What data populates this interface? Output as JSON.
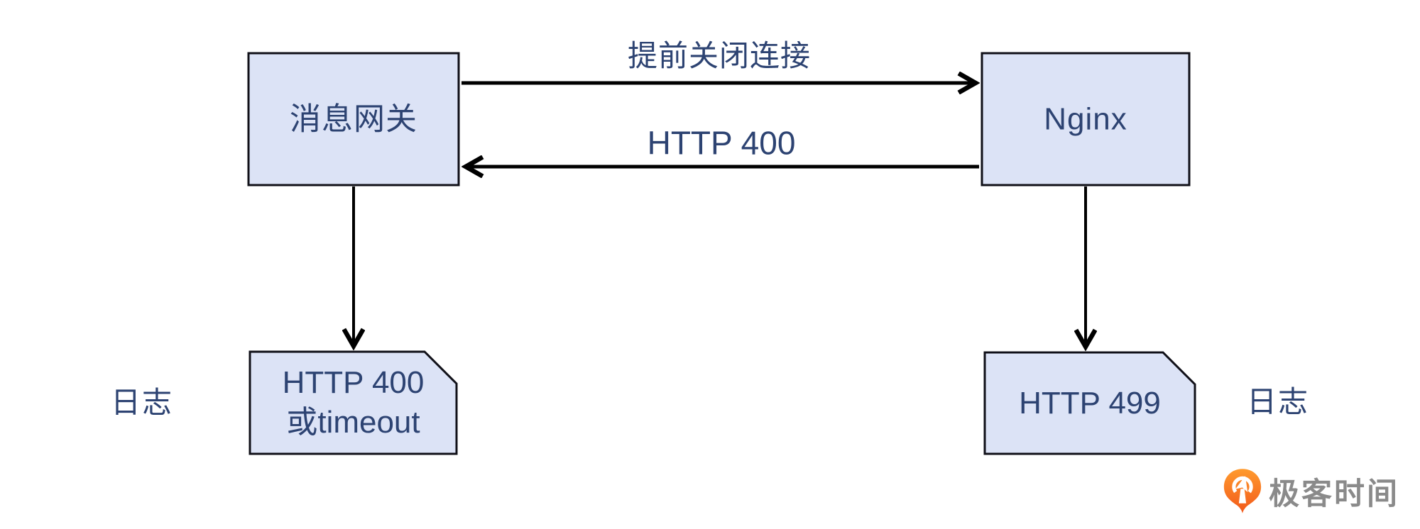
{
  "diagram": {
    "colors": {
      "node_fill": "#dce3f6",
      "node_stroke": "#101018",
      "text": "#2d4372",
      "arrow": "#000000"
    },
    "nodes": [
      {
        "id": "gateway",
        "label": "消息网关"
      },
      {
        "id": "nginx",
        "label": "Nginx"
      }
    ],
    "edges": [
      {
        "id": "close-connection",
        "label": "提前关闭连接",
        "from": "gateway",
        "to": "nginx",
        "direction": "left-to-right"
      },
      {
        "id": "http-400",
        "label": "HTTP 400",
        "from": "nginx",
        "to": "gateway",
        "direction": "right-to-left"
      },
      {
        "id": "gateway-log",
        "from": "gateway",
        "to": "gateway-log-doc",
        "direction": "down"
      },
      {
        "id": "nginx-log",
        "from": "nginx",
        "to": "nginx-log-doc",
        "direction": "down"
      }
    ],
    "log_docs": [
      {
        "id": "gateway-log-doc",
        "lines": [
          "HTTP 400",
          "或timeout"
        ]
      },
      {
        "id": "nginx-log-doc",
        "lines": [
          "HTTP 499"
        ]
      }
    ],
    "log_captions": [
      {
        "side": "left",
        "label": "日志"
      },
      {
        "side": "right",
        "label": "日志"
      }
    ]
  },
  "branding": {
    "logo_text": "极客时间",
    "logo_orange_top": "#ff9b2e",
    "logo_orange_bottom": "#f2581a",
    "logo_text_color": "#8a8a8a"
  }
}
